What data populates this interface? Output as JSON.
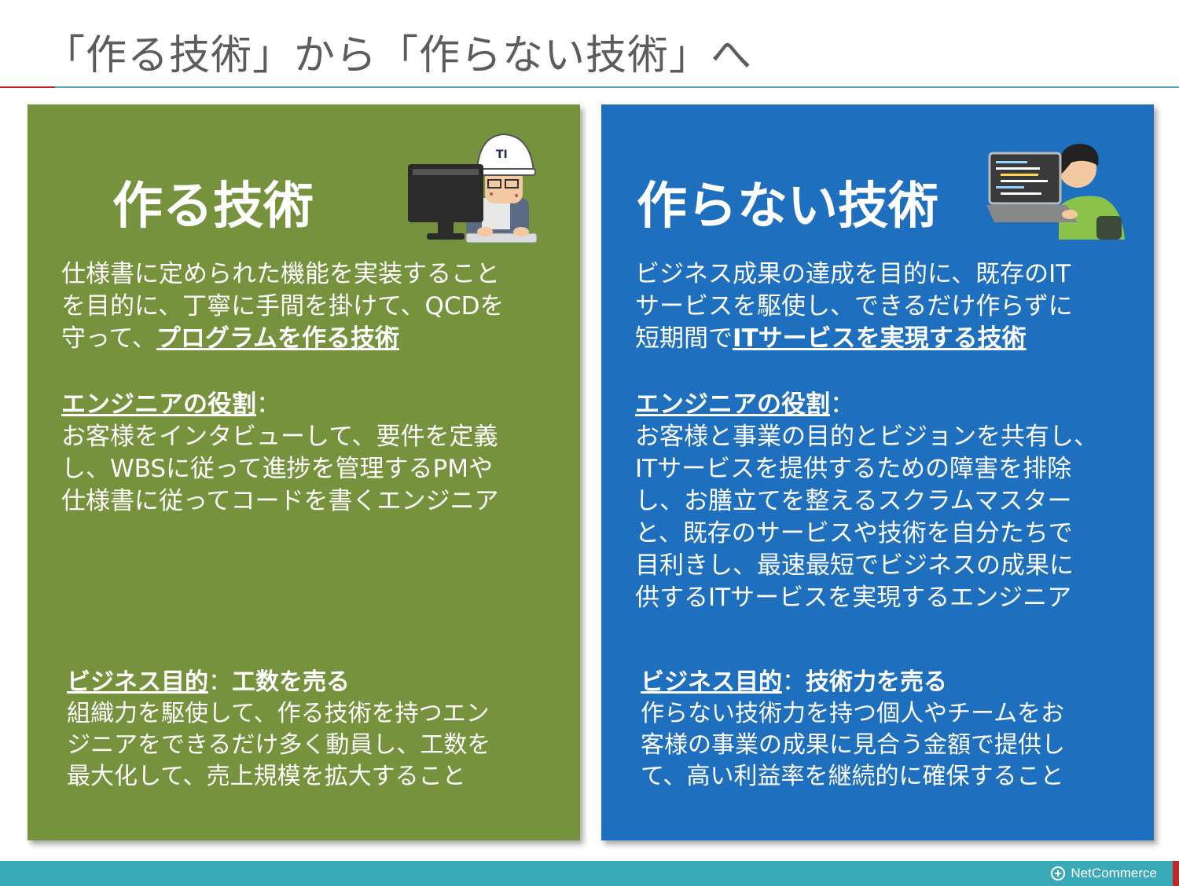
{
  "title": "「作る技術」から「作らない技術」へ",
  "colors": {
    "left_panel": "#76923c",
    "right_panel": "#1f6fbf",
    "accent_red": "#c0272d",
    "accent_teal": "#3aa9b8"
  },
  "left": {
    "heading": "作る技術",
    "desc_line1": "仕様書に定められた機能を実装すること",
    "desc_line2": "を目的に、丁寧に手間を掛けて、QCDを",
    "desc_line3_pre": "守って、",
    "desc_line3_bold": "プログラムを作る技術",
    "role_label": "エンジニアの役割",
    "role_colon": "：",
    "role_line1": "お客様をインタビューして、要件を定義",
    "role_line2": "し、WBSに従って進捗を管理するPMや",
    "role_line3": "仕様書に従ってコードを書くエンジニア",
    "biz_label": "ビジネス目的",
    "biz_colon": "：",
    "biz_value": "工数を売る",
    "biz_line1": "組織力を駆使して、作る技術を持つエン",
    "biz_line2": "ジニアをできるだけ多く動員し、工数を",
    "biz_line3": "最大化して、売上規模を拡大すること",
    "helmet_text": "TI"
  },
  "right": {
    "heading": "作らない技術",
    "desc_line1": "ビジネス成果の達成を目的に、既存のIT",
    "desc_line2": "サービスを駆使し、できるだけ作らずに",
    "desc_line3_pre": "短期間で",
    "desc_line3_bold": "ITサービスを実現する技術",
    "role_label": "エンジニアの役割",
    "role_colon": "：",
    "role_line1": "お客様と事業の目的とビジョンを共有し、",
    "role_line2": "ITサービスを提供するための障害を排除",
    "role_line3": "し、お膳立てを整えるスクラムマスター",
    "role_line4": "と、既存のサービスや技術を自分たちで",
    "role_line5": "目利きし、最速最短でビジネスの成果に",
    "role_line6": "供するITサービスを実現するエンジニア",
    "biz_label": "ビジネス目的",
    "biz_colon": "：",
    "biz_value": "技術力を売る",
    "biz_line1": "作らない技術力を持つ個人やチームをお",
    "biz_line2": "客様の事業の成果に見合う金額で提供し",
    "biz_line3": "て、高い利益率を継続的に確保すること"
  },
  "footer": {
    "brand": "NetCommerce"
  }
}
